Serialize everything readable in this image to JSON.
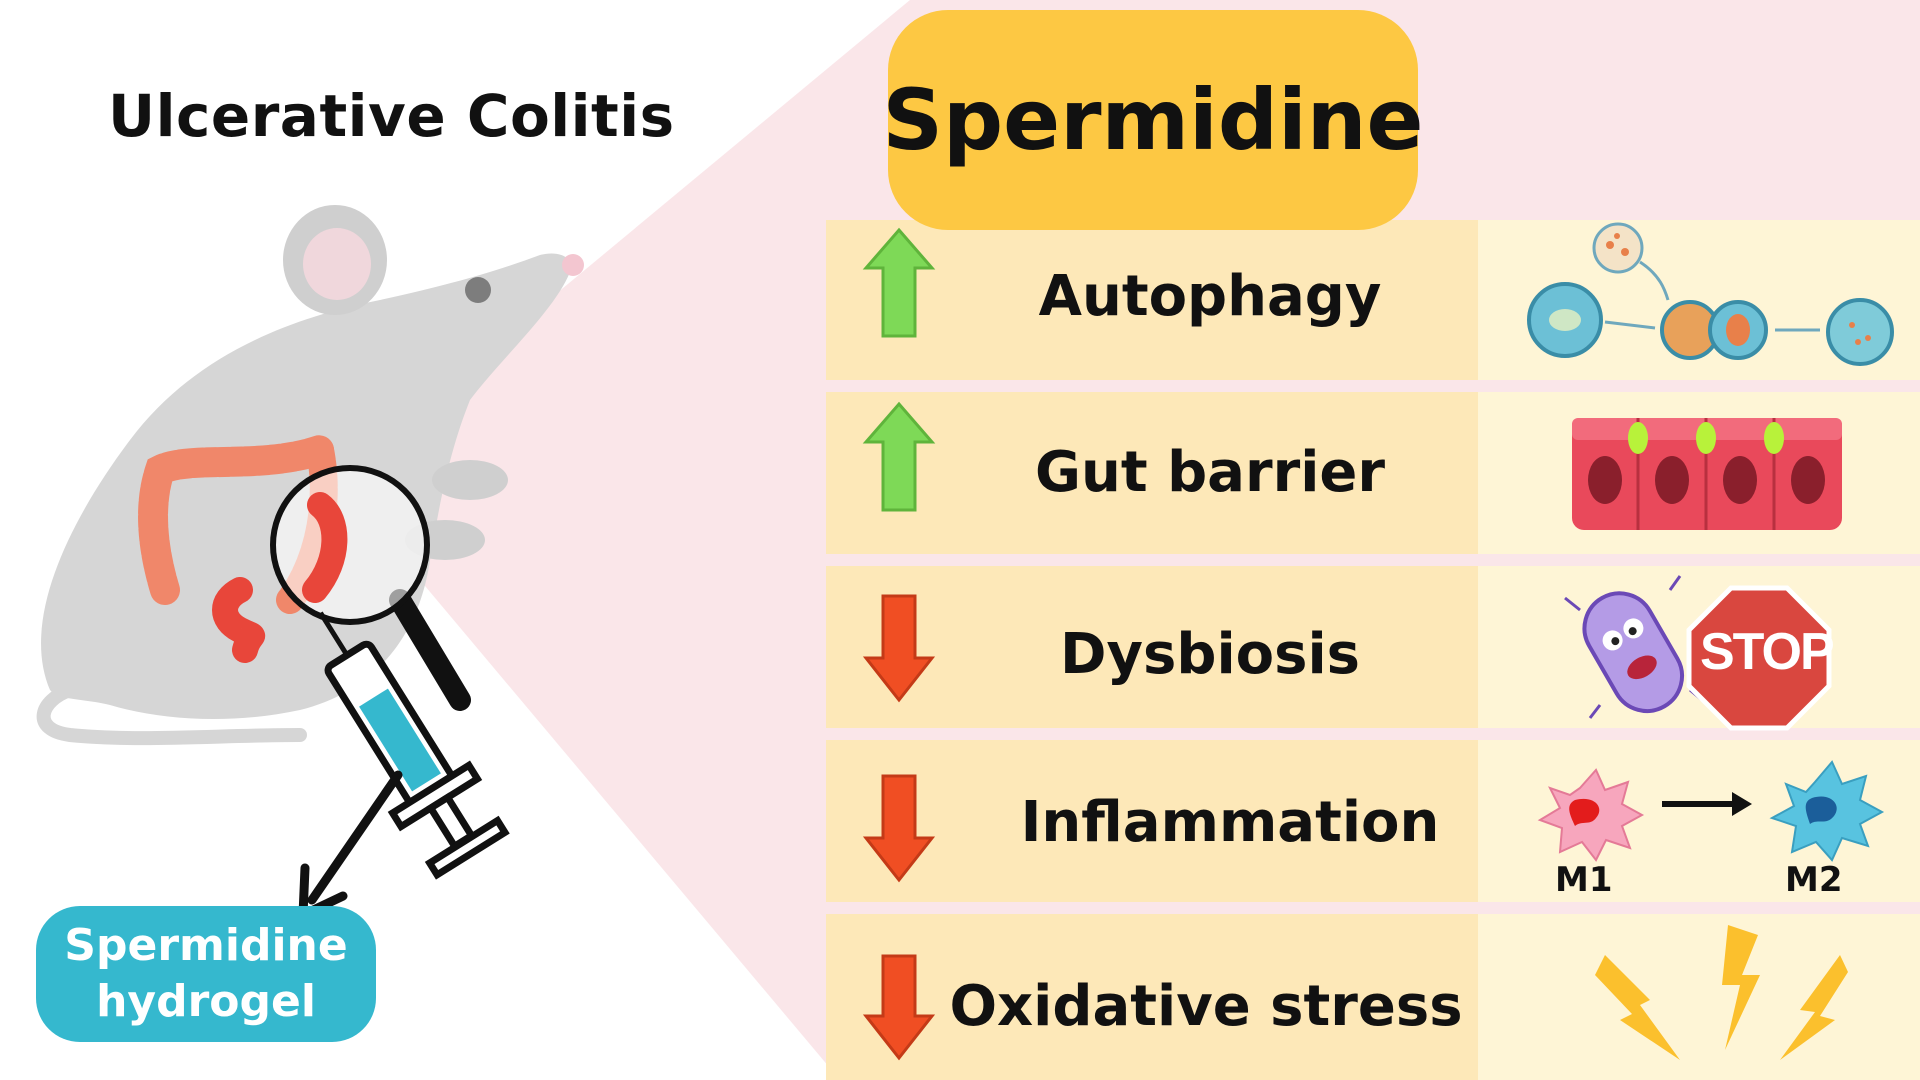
{
  "left_title": "Ulcerative Colitis",
  "main_title": "Spermidine",
  "hydrogel_label": "Spermidine hydrogel",
  "rows": [
    {
      "label": "Autophagy",
      "direction": "up"
    },
    {
      "label": "Gut barrier",
      "direction": "up"
    },
    {
      "label": "Dysbiosis",
      "direction": "down"
    },
    {
      "label": "Inflammation",
      "direction": "down"
    },
    {
      "label": "Oxidative stress",
      "direction": "down"
    }
  ],
  "stop_sign_text": "STOP",
  "macrophage_labels": [
    "M1",
    "M2"
  ],
  "icons": [
    "mouse-icon",
    "colon-icon",
    "magnifier-icon",
    "syringe-icon",
    "autophagy-cells-icon",
    "epithelium-icon",
    "bacteria-icon",
    "stop-sign-icon",
    "macrophage-icon",
    "lightning-icon"
  ],
  "colors": {
    "title_box": "#fdc843",
    "hydrogel_box": "#35b8ce",
    "up_arrow": "#7ed957",
    "down_arrow": "#f04e23",
    "table_left": "#fde8b8",
    "table_right": "#fef5d6"
  }
}
